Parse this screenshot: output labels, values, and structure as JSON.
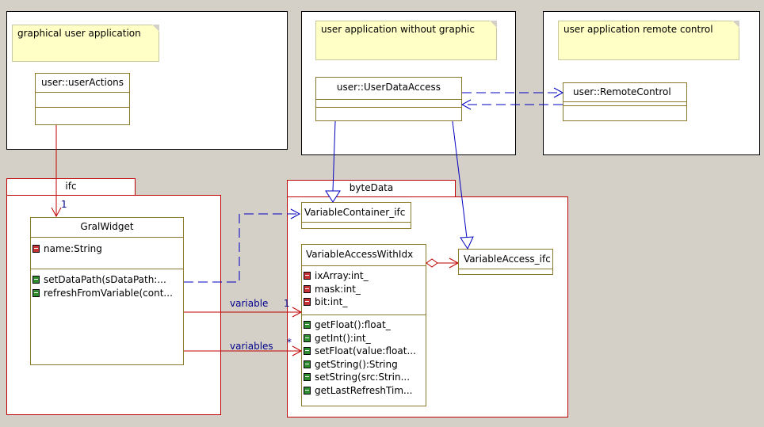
{
  "frames": {
    "graphical": {
      "note": "graphical user application"
    },
    "nographic": {
      "note": "user application without graphic"
    },
    "remote": {
      "note": "user application remote control"
    }
  },
  "classes": {
    "user_actions": {
      "name": "user::userActions"
    },
    "user_data_access": {
      "name": "user::UserDataAccess"
    },
    "remote_control": {
      "name": "user::RemoteControl"
    },
    "gral_widget": {
      "name": "GralWidget",
      "attributes": [
        "name:String"
      ],
      "operations": [
        "setDataPath(sDataPath:...",
        "refreshFromVariable(cont..."
      ]
    },
    "variable_container_ifc": {
      "name": "VariableContainer_ifc"
    },
    "variable_access_with_idx": {
      "name": "VariableAccessWithIdx",
      "attributes": [
        "ixArray:int_",
        "mask:int_",
        "bit:int_"
      ],
      "operations": [
        "getFloat():float_",
        "getInt():int_",
        "setFloat(value:float...",
        "getString():String",
        "setString(src:Strin...",
        "getLastRefreshTim..."
      ]
    },
    "variable_access_ifc": {
      "name": "VariableAccess_ifc"
    }
  },
  "packages": {
    "ifc": {
      "name": "ifc"
    },
    "byte_data": {
      "name": "byteData"
    }
  },
  "associations": {
    "user_actions_multiplicity": "1",
    "variable_label": "variable",
    "variable_multiplicity": "1",
    "variables_label": "variables",
    "variables_multiplicity": "*"
  },
  "colors": {
    "frame_border": "#000000",
    "package_border": "#c00000",
    "class_border": "#8a7a2a",
    "note_fill": "#ffffc6",
    "association": "#c00000",
    "dependency": "#0000c0",
    "private_icon": "#c83232",
    "public_icon": "#2e8b2e"
  }
}
